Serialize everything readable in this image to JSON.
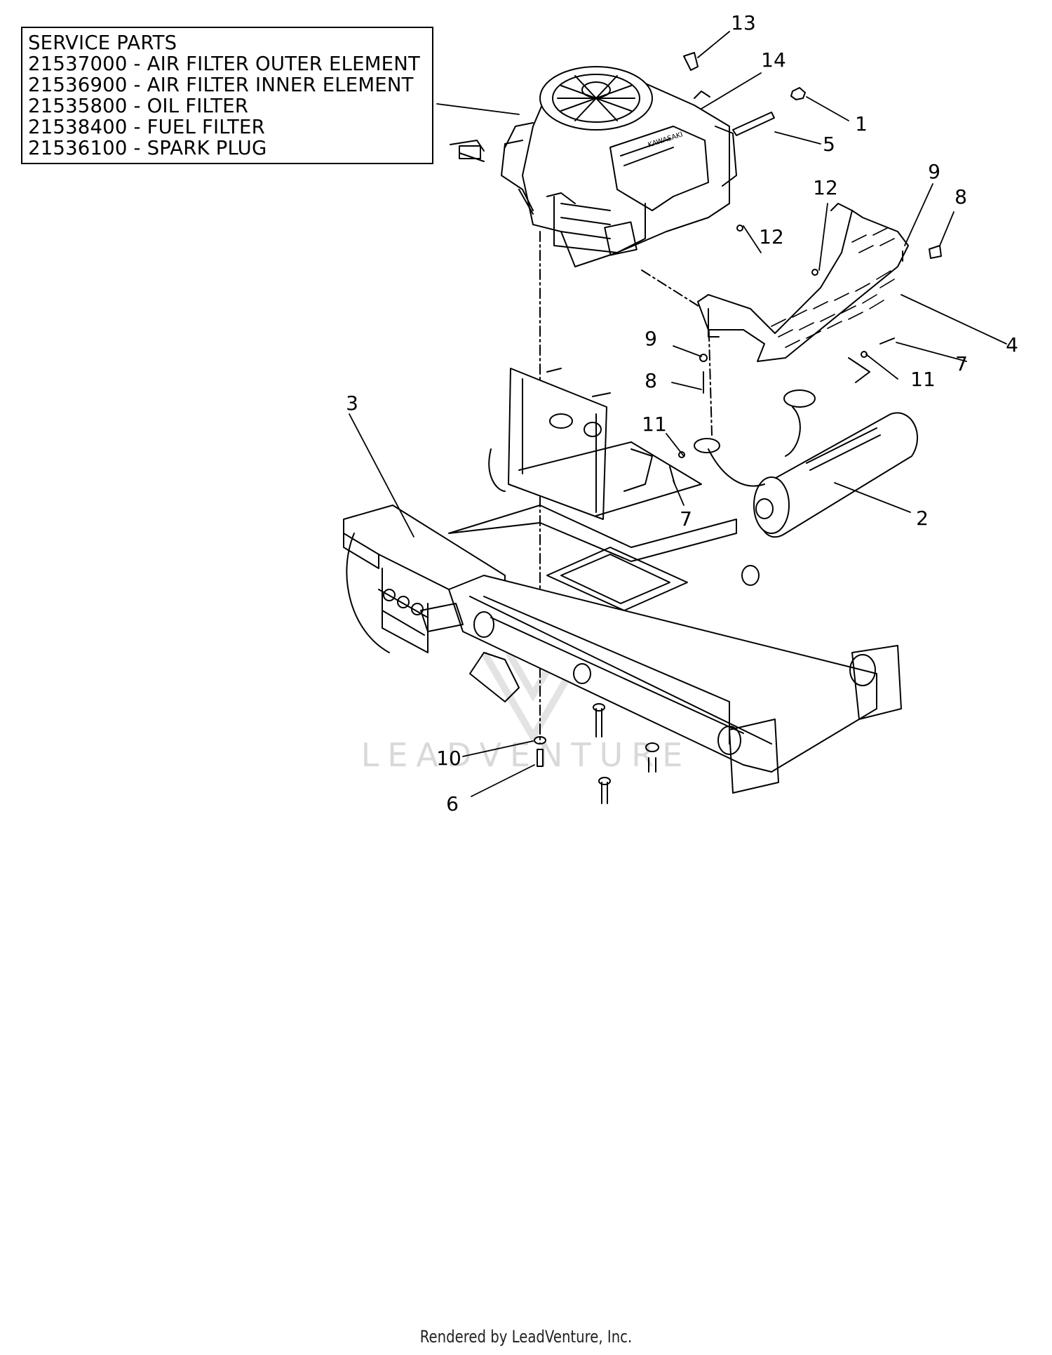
{
  "service_parts": {
    "heading": "SERVICE PARTS",
    "lines": [
      "21537000 - AIR FILTER OUTER ELEMENT",
      "21536900 - AIR FILTER INNER ELEMENT",
      "21535800 - OIL FILTER",
      "21538400 - FUEL FILTER",
      "21536100 - SPARK PLUG"
    ]
  },
  "callouts": {
    "c13": "13",
    "c14": "14",
    "c1": "1",
    "c5": "5",
    "c12a": "12",
    "c9a": "9",
    "c8a": "8",
    "c12b": "12",
    "c4": "4",
    "c9b": "9",
    "c8b": "8",
    "c7a": "7",
    "c11a": "11",
    "c3": "3",
    "c11b": "11",
    "c7b": "7",
    "c2": "2",
    "c10": "10",
    "c6": "6"
  },
  "watermark": "LEADVENTURE",
  "footer": "Rendered by LeadVenture, Inc.",
  "colors": {
    "ink": "#000000",
    "watermark": "#d9d9d9"
  }
}
